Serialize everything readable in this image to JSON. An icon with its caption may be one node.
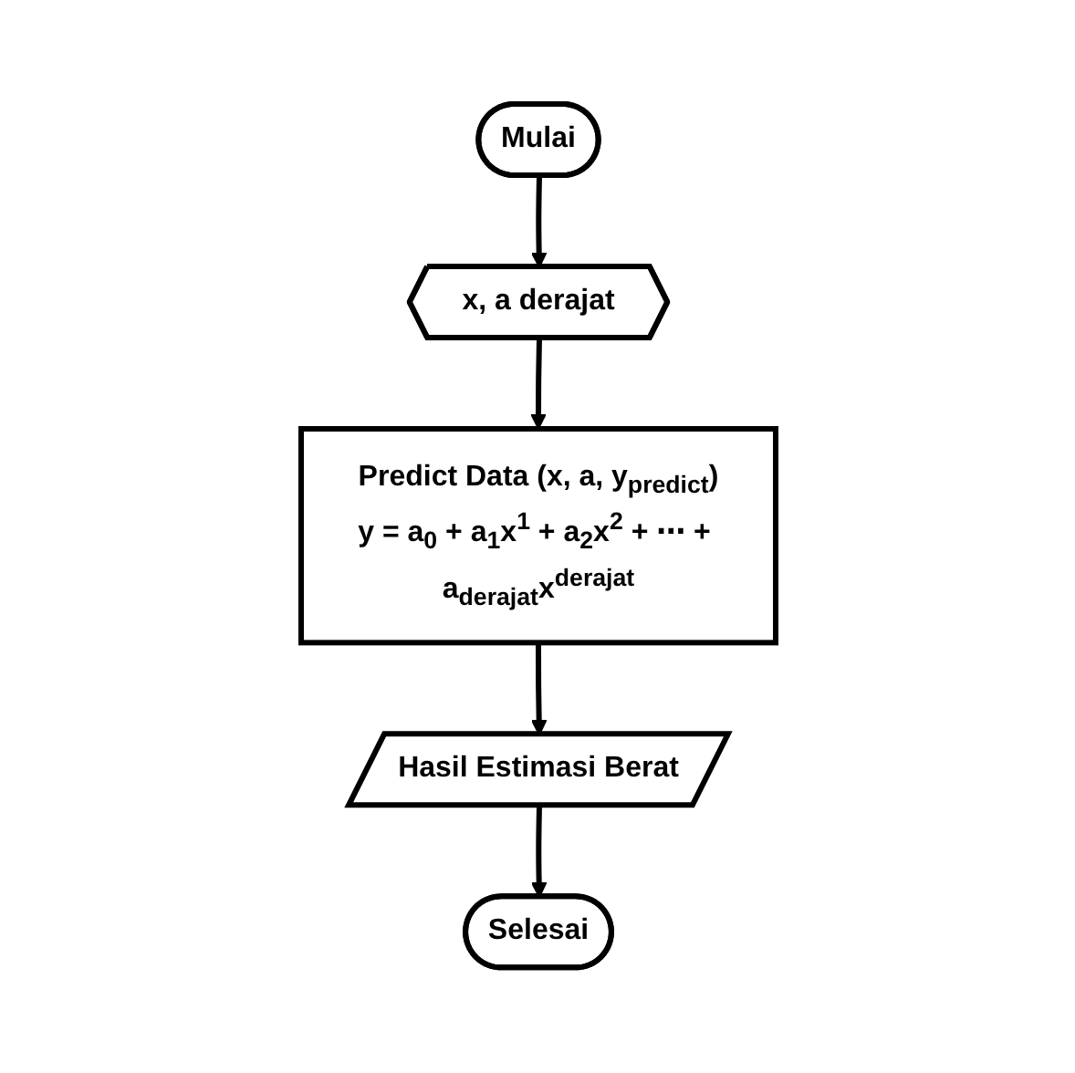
{
  "diagram": {
    "nodes": [
      {
        "text": [
          "Mulai"
        ]
      },
      {
        "text": [
          "x, a derajat"
        ]
      },
      {
        "text": [
          "Predict Data (x, a, y$_{predict}$)",
          "y = a$_{0}$ + a$_{1}$x$^{1}$ + a$_{2}$x$^{2}$ + ⋯ + a$_{derajat}$x$^{derajat}$"
        ]
      },
      {
        "text": [
          "Hasil Estimasi Berat"
        ]
      },
      {
        "text": [
          "Selesai"
        ]
      }
    ],
    "edges": [
      {
        "from": 0,
        "to": 1,
        "arrow": "to"
      },
      {
        "from": 1,
        "to": 2,
        "arrow": "to"
      },
      {
        "from": 2,
        "to": 3,
        "arrow": "to"
      },
      {
        "from": 3,
        "to": 4,
        "arrow": "to"
      }
    ]
  }
}
